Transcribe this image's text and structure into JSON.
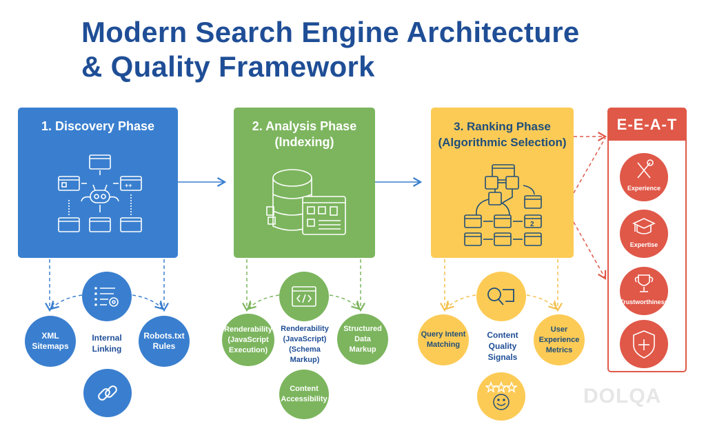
{
  "title": {
    "line1": "Modern Search Engine Architecture",
    "line2": "& Quality Framework"
  },
  "phases": [
    {
      "label": "1. Discovery Phase",
      "color": "#3a7fcf",
      "icon": "crawler-bot-icon",
      "sub_items": [
        {
          "label": "XML Sitemaps",
          "shape": "circle"
        },
        {
          "label": "Internal Linking",
          "shape": "text",
          "icon": "list-settings-icon"
        },
        {
          "label": "Robots.txt Rules",
          "shape": "circle"
        },
        {
          "label": "",
          "shape": "circle",
          "icon": "link-icon"
        }
      ]
    },
    {
      "label": "2. Analysis Phase",
      "label2": "(Indexing)",
      "color": "#7cb55e",
      "icon": "database-index-icon",
      "sub_items": [
        {
          "label": "Renderability (JavaScript Execution)",
          "shape": "circle"
        },
        {
          "label": "Renderability (JavaScript) (Schema Markup)",
          "shape": "text",
          "icon": "code-window-icon"
        },
        {
          "label": "Structured Data Markup",
          "shape": "circle"
        },
        {
          "label": "Content Accessibility",
          "shape": "circle"
        }
      ]
    },
    {
      "label": "3. Ranking Phase",
      "label2": "(Algorithmic Selection)",
      "color": "#fccb56",
      "icon": "ranking-flow-icon",
      "sub_items": [
        {
          "label": "Query Intent Matching",
          "shape": "circle"
        },
        {
          "label": "Content Quality Signals",
          "shape": "text",
          "icon": "magnifier-icon"
        },
        {
          "label": "User Experience Metrics",
          "shape": "circle"
        },
        {
          "label": "",
          "shape": "circle",
          "icon": "smiley-stars-icon"
        }
      ]
    }
  ],
  "eeat": {
    "header": "E-E-A-T",
    "color": "#e05848",
    "items": [
      {
        "label": "Experience",
        "icon": "tools-icon"
      },
      {
        "label": "Expertise",
        "icon": "graduation-cap-icon"
      },
      {
        "label": "Trustworthiness",
        "icon": "trophy-icon"
      },
      {
        "label": "",
        "icon": "shield-plus-icon"
      }
    ]
  },
  "display": {
    "p1_sub0": "XML Sitemaps",
    "p1_mid": "Internal Linking",
    "p1_sub2": "Robots.txt Rules",
    "p2_sub0": "Renderability (JavaScript Execution)",
    "p2_mid": "Renderability (JavaScript) (Schema Markup)",
    "p2_sub2": "Structured Data Markup",
    "p2_sub3": "Content Accessibility",
    "p3_sub0": "Query Intent Matching",
    "p3_mid": "Content Quality Signals",
    "p3_sub2": "User Experience Metrics"
  },
  "watermark": "DOLQA"
}
